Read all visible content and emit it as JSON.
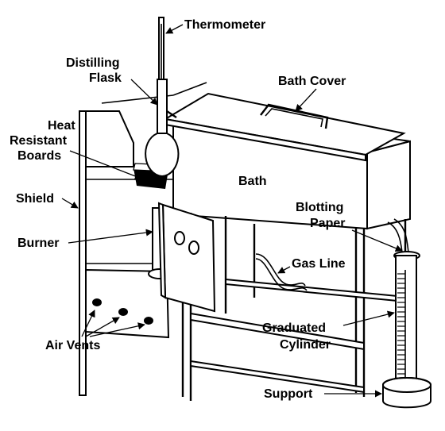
{
  "labels": {
    "thermometer": "Thermometer",
    "distilling_flask_1": "Distilling",
    "distilling_flask_2": "Flask",
    "bath_cover": "Bath Cover",
    "heat_resistant_1": "Heat",
    "heat_resistant_2": "Resistant",
    "heat_resistant_3": "Boards",
    "bath": "Bath",
    "blotting_1": "Blotting",
    "blotting_2": "Paper",
    "shield": "Shield",
    "burner": "Burner",
    "gas_line": "Gas Line",
    "graduated_1": "Graduated",
    "graduated_2": "Cylinder",
    "air_vents": "Air Vents",
    "support": "Support"
  },
  "colors": {
    "ink": "#000000",
    "paper": "#ffffff"
  }
}
